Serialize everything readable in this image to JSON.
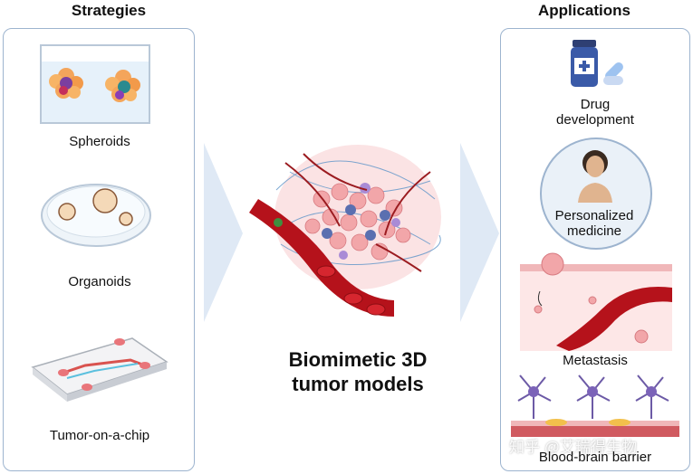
{
  "strategies": {
    "title": "Strategies",
    "items": [
      {
        "label": "Spheroids"
      },
      {
        "label": "Organoids"
      },
      {
        "label": "Tumor-on-a-chip"
      }
    ]
  },
  "center": {
    "title_line1": "Biomimetic 3D",
    "title_line2": "tumor models"
  },
  "applications": {
    "title": "Applications",
    "items": [
      {
        "label_line1": "Drug",
        "label_line2": "development"
      },
      {
        "label_line1": "Personalized",
        "label_line2": "medicine"
      },
      {
        "label_line1": "Metastasis"
      },
      {
        "label_line1": "Blood-brain barrier"
      }
    ]
  },
  "watermark": "知乎 @艾瑞得生物",
  "colors": {
    "panel_border": "#9db4cf",
    "arrow_fill": "#dfe9f5",
    "vessel_red": "#b5121b",
    "tumor_pink": "#f2a6a9"
  }
}
